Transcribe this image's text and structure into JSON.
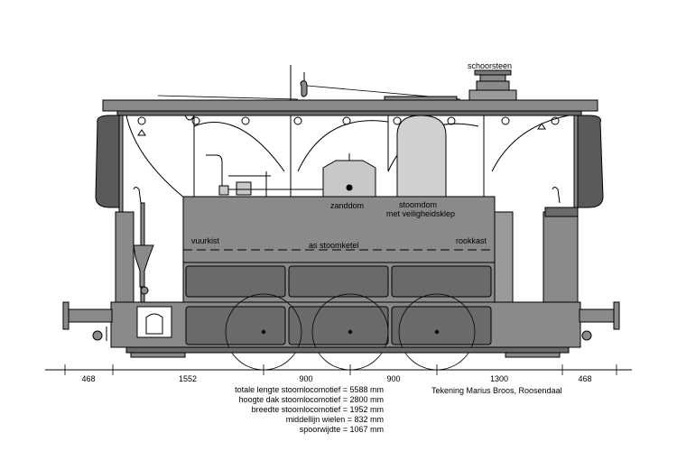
{
  "labels": {
    "chimney": "schoorsteen",
    "sand_dome": "zanddom",
    "steam_dome_1": "stoomdom",
    "steam_dome_2": "met veiligheidsklep",
    "firebox": "vuurkist",
    "boiler_axis": "as stoomketel",
    "smokebox": "rookkast"
  },
  "dimensions": {
    "d1": "468",
    "d2": "1552",
    "d3": "900",
    "d4": "900",
    "d5": "1300",
    "d6": "468"
  },
  "specs": [
    "totale lengte stoomlocomotief = 5588 mm",
    "hoogte dak stoomlocomotief = 2800 mm",
    "breedte stoomlocomotief = 1952 mm",
    "middellijn wielen =   832 mm",
    "spoorwijdte =  1067 mm"
  ],
  "credit": "Tekening Marius Broos, Roosendaal",
  "colors": {
    "body": "#8a8a8a",
    "dark": "#5a5a5a",
    "light": "#c8c8c8",
    "outline": "#000000"
  }
}
